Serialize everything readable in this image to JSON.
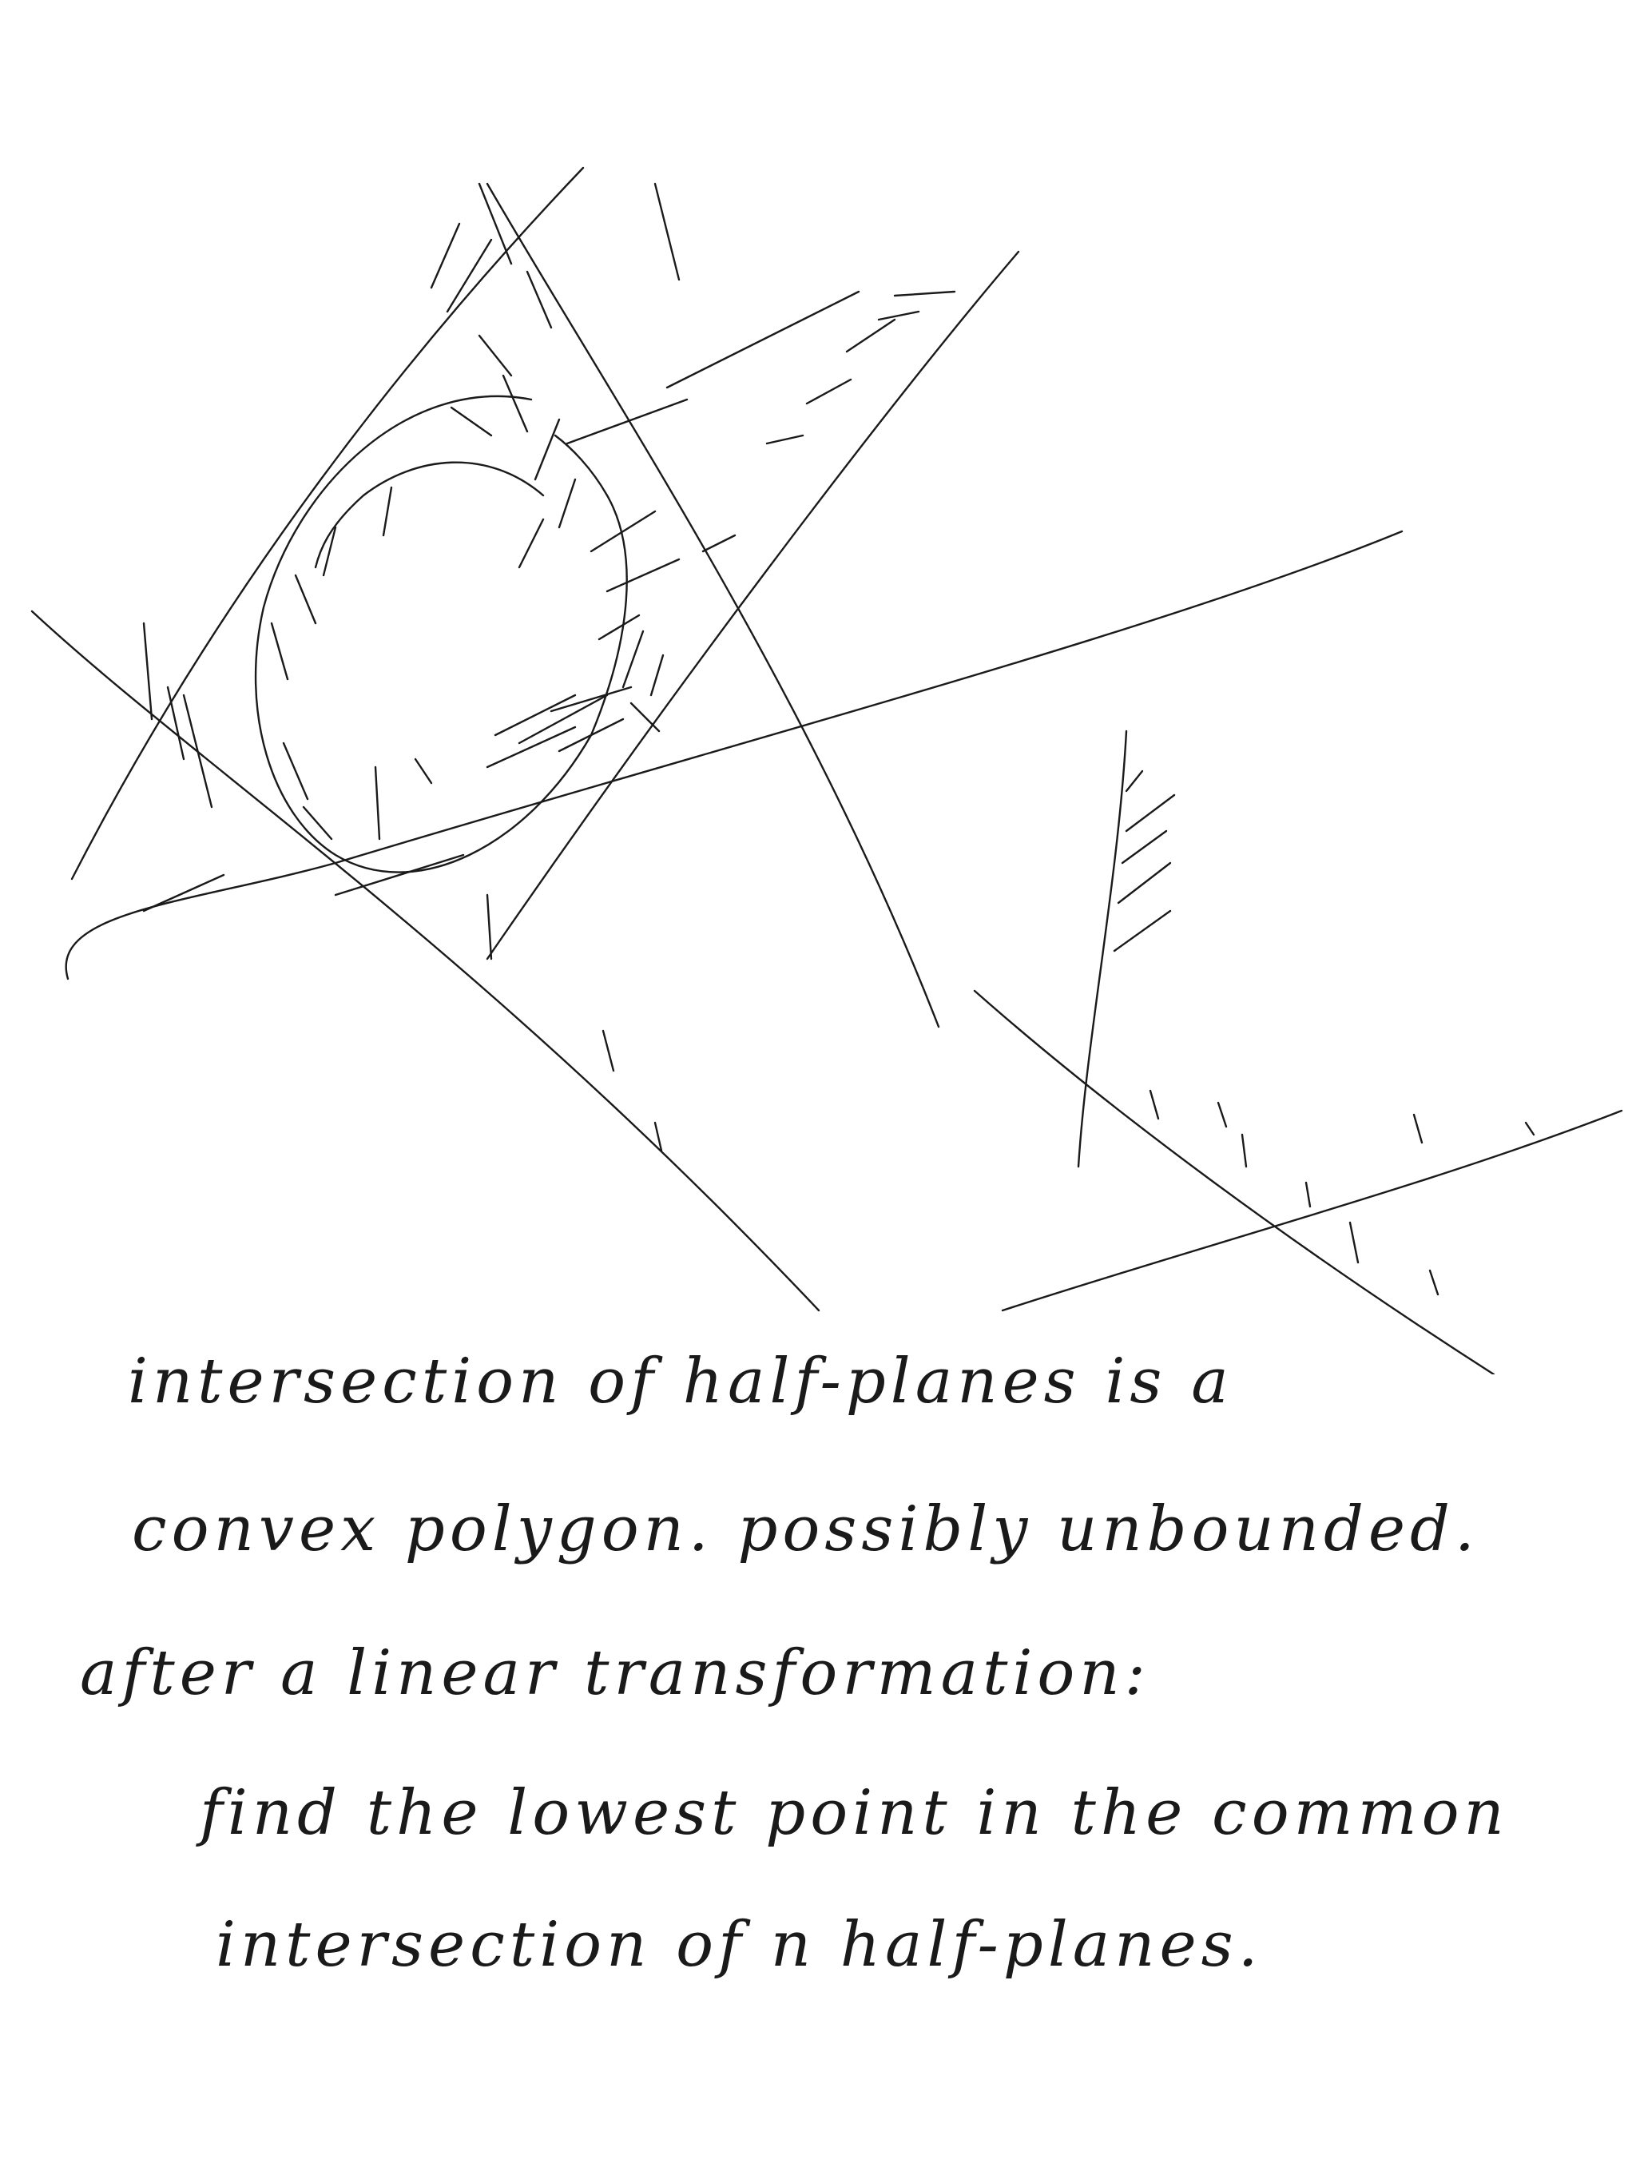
{
  "notes": {
    "lines": [
      "intersection of half-planes is a",
      "convex polygon. possibly unbounded.",
      "after a linear transformation:",
      "find the lowest point in the common",
      "intersection of n half-planes."
    ]
  }
}
